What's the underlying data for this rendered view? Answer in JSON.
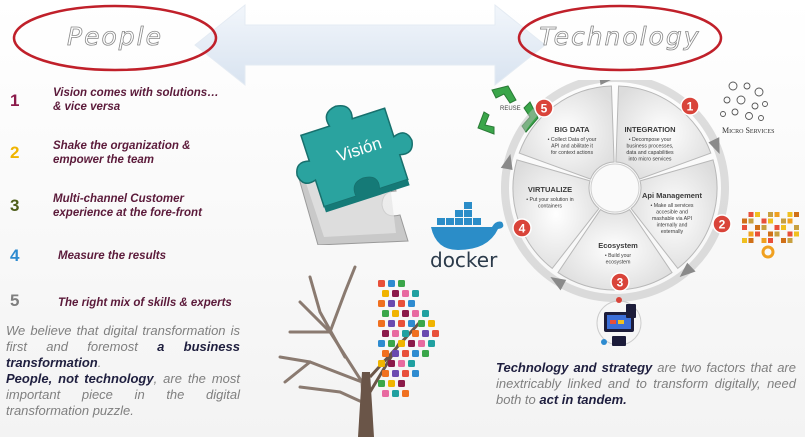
{
  "headers": {
    "left": "People",
    "right": "Technology"
  },
  "people_items": [
    {
      "num": "1",
      "line1": "Vision comes with solutions…",
      "line2": "& vice versa",
      "color": "#8b1a4a"
    },
    {
      "num": "2",
      "line1": "Shake the organization &",
      "line2": "empower the team",
      "color": "#f0b400"
    },
    {
      "num": "3",
      "line1": "Multi-channel Customer",
      "line2": "experience at the fore-front",
      "color": "#4d5d1a"
    },
    {
      "num": "4",
      "line1": "Measure the results",
      "line2": "",
      "color": "#2e8bd0"
    },
    {
      "num": "5",
      "line1": "The right mix of skills & experts",
      "line2": "",
      "color": "#7f7f7f"
    }
  ],
  "left_paragraph": {
    "p1_a": "We believe that digital transformation is first and foremost ",
    "p1_b": "a business transformation",
    "p1_c": ".",
    "p2_a": "People, not technology",
    "p2_b": ", are the most important piece in the digital transformation puzzle."
  },
  "right_paragraph": {
    "a": "Technology and strategy",
    "b": " are two factors that are inextricably linked and to transform digitally, need both to ",
    "c": "act in tandem."
  },
  "puzzle_label": "Visión",
  "docker_label": "docker",
  "recycle_label": "REUSE",
  "microservices_label": "Micro Services",
  "cycle_segments": [
    {
      "num": "1",
      "title": "INTEGRATION",
      "lines": [
        "• Decompose your",
        "business processes,",
        "data and capabilities",
        "into micro services"
      ]
    },
    {
      "num": "2",
      "title": "Api Management",
      "lines": [
        "• Make all services",
        "accesible and",
        "mashable via API",
        "internally and",
        "externally"
      ]
    },
    {
      "num": "3",
      "title": "Ecosystem",
      "lines": [
        "• Build your",
        "ecosystem"
      ]
    },
    {
      "num": "4",
      "title": "VIRTUALIZE",
      "lines": [
        "• Put your solution in",
        "containers"
      ]
    },
    {
      "num": "5",
      "title": "BIG DATA",
      "lines": [
        "• Collect Data of your",
        "API and abilitate it",
        "for context actions"
      ]
    }
  ],
  "colors": {
    "oval": "#c0202a",
    "badge": "#d9443a",
    "puzzle": "#2aa39f",
    "docker": "#2b8dc8",
    "recycle": "#3aa64a"
  }
}
